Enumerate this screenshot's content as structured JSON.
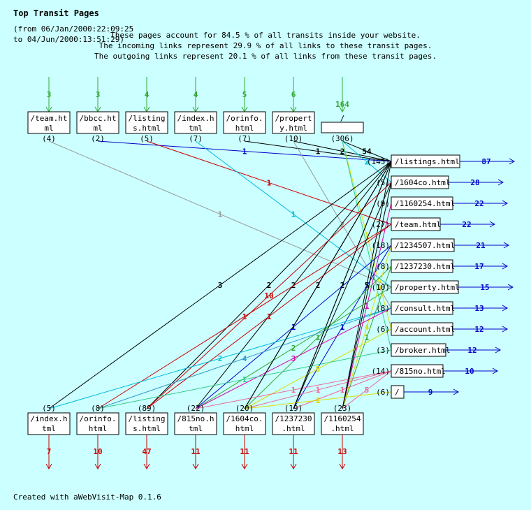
{
  "header": {
    "title": "Top Transit Pages",
    "period_line1": "(from 06/Jan/2000:22:09:25",
    "period_line2": "to 04/Jun/2000:13:51:29)",
    "summary_1": "These pages account for 84.5 % of all transits inside your website.",
    "summary_2": "The incoming links represent 29.9 % of all links to these transit pages.",
    "summary_3": "The outgoing links represent 20.1 % of all links from these transit pages."
  },
  "footer": {
    "credit": "Created with aWebVisit-Map 0.1.6"
  },
  "colors": {
    "background": "#ccffff",
    "incoming": "#33aa33",
    "outgoing": "#cc0000",
    "exit": "#0000cc"
  },
  "top_pages": [
    {
      "line1": "/team.ht",
      "line2": "ml",
      "count": "(4)",
      "incoming": "3"
    },
    {
      "line1": "/bbcc.ht",
      "line2": "ml",
      "count": "(2)",
      "incoming": "3"
    },
    {
      "line1": "/listing",
      "line2": "s.html",
      "count": "(5)",
      "incoming": "4"
    },
    {
      "line1": "/index.h",
      "line2": "tml",
      "count": "(7)",
      "incoming": "4"
    },
    {
      "line1": "/orinfo.",
      "line2": "html",
      "count": "(7)",
      "incoming": "5"
    },
    {
      "line1": "/propert",
      "line2": "y.html",
      "count": "(10)",
      "incoming": "6"
    },
    {
      "line1": "/",
      "line2": "",
      "count": "(306)",
      "incoming": "164"
    }
  ],
  "right_pages": [
    {
      "label": "/listings.html",
      "count": "(145)",
      "exit": "87"
    },
    {
      "label": "/1604co.html",
      "count": "(5)",
      "exit": "28"
    },
    {
      "label": "/1160254.html",
      "count": "(9)",
      "exit": "22"
    },
    {
      "label": "/team.html",
      "count": "(27)",
      "exit": "22"
    },
    {
      "label": "/1234507.html",
      "count": "(18)",
      "exit": "21"
    },
    {
      "label": "/1237230.html",
      "count": "(8)",
      "exit": "17"
    },
    {
      "label": "/property.html",
      "count": "(10)",
      "exit": "15"
    },
    {
      "label": "/consult.html",
      "count": "(8)",
      "exit": "13"
    },
    {
      "label": "/account.html",
      "count": "(6)",
      "exit": "12"
    },
    {
      "label": "/broker.html",
      "count": "(3)",
      "exit": "12"
    },
    {
      "label": "/815no.html",
      "count": "(14)",
      "exit": "10"
    },
    {
      "label": "/",
      "count": "(6)",
      "exit": "9"
    }
  ],
  "bottom_pages": [
    {
      "line1": "/index.h",
      "line2": "tml",
      "count": "(5)",
      "outgoing": "7"
    },
    {
      "line1": "/orinfo.",
      "line2": "html",
      "count": "(8)",
      "outgoing": "10"
    },
    {
      "line1": "/listing",
      "line2": "s.html",
      "count": "(89)",
      "outgoing": "47"
    },
    {
      "line1": "/815no.h",
      "line2": "tml",
      "count": "(22)",
      "outgoing": "11"
    },
    {
      "line1": "/1604co.",
      "line2": "html",
      "count": "(20)",
      "outgoing": "11"
    },
    {
      "line1": "/1237230",
      "line2": ".html",
      "count": "(19)",
      "outgoing": "11"
    },
    {
      "line1": "/1160254",
      "line2": ".html",
      "count": "(23)",
      "outgoing": "13"
    }
  ],
  "links": [
    {
      "from": [
        "t",
        6
      ],
      "to": [
        "r",
        0
      ],
      "label": "54",
      "color": "#000000"
    },
    {
      "from": [
        "t",
        5
      ],
      "to": [
        "r",
        0
      ],
      "label": "2",
      "color": "#000000"
    },
    {
      "from": [
        "t",
        4
      ],
      "to": [
        "r",
        0
      ],
      "label": "1",
      "color": "#000000"
    },
    {
      "from": [
        "t",
        1
      ],
      "to": [
        "r",
        0
      ],
      "label": "1",
      "color": "#0000cc"
    },
    {
      "from": [
        "t",
        2
      ],
      "to": [
        "r",
        3
      ],
      "label": "1",
      "color": "#cc0000"
    },
    {
      "from": [
        "t",
        3
      ],
      "to": [
        "r",
        6
      ],
      "label": "1",
      "color": "#00bbdd"
    },
    {
      "from": [
        "t",
        0
      ],
      "to": [
        "r",
        6
      ],
      "label": "1",
      "color": "#999999"
    },
    {
      "from": [
        "t",
        5
      ],
      "to": [
        "r",
        7
      ],
      "label": "2",
      "color": "#999999"
    },
    {
      "from": [
        "t",
        6
      ],
      "to": [
        "r",
        1
      ],
      "label": "2",
      "color": "#00bbdd"
    },
    {
      "from": [
        "t",
        6
      ],
      "to": [
        "r",
        8
      ],
      "label": "1",
      "color": "#dddd00"
    },
    {
      "from": [
        "t",
        6
      ],
      "to": [
        "r",
        9
      ],
      "label": "",
      "color": "#33cc88"
    },
    {
      "from": [
        "b",
        0
      ],
      "to": [
        "r",
        0
      ],
      "label": "3",
      "color": "#000000"
    },
    {
      "from": [
        "b",
        2
      ],
      "to": [
        "r",
        0
      ],
      "label": "2",
      "color": "#000000"
    },
    {
      "from": [
        "b",
        3
      ],
      "to": [
        "r",
        0
      ],
      "label": "2",
      "color": "#000000"
    },
    {
      "from": [
        "b",
        4
      ],
      "to": [
        "r",
        0
      ],
      "label": "2",
      "color": "#000000"
    },
    {
      "from": [
        "b",
        5
      ],
      "to": [
        "r",
        0
      ],
      "label": "2",
      "color": "#000000"
    },
    {
      "from": [
        "b",
        6
      ],
      "to": [
        "r",
        0
      ],
      "label": "5",
      "color": "#000000"
    },
    {
      "from": [
        "b",
        2
      ],
      "to": [
        "r",
        1
      ],
      "label": "10",
      "color": "#cc0000"
    },
    {
      "from": [
        "b",
        1
      ],
      "to": [
        "r",
        3
      ],
      "label": "1",
      "color": "#cc0000"
    },
    {
      "from": [
        "b",
        2
      ],
      "to": [
        "r",
        3
      ],
      "label": "1",
      "color": "#cc0000"
    },
    {
      "from": [
        "b",
        3
      ],
      "to": [
        "r",
        4
      ],
      "label": "1",
      "color": "#0000cc"
    },
    {
      "from": [
        "b",
        5
      ],
      "to": [
        "r",
        4
      ],
      "label": "1",
      "color": "#0000cc"
    },
    {
      "from": [
        "b",
        0
      ],
      "to": [
        "r",
        7
      ],
      "label": "2",
      "color": "#00bbdd"
    },
    {
      "from": [
        "b",
        4
      ],
      "to": [
        "r",
        5
      ],
      "label": "1",
      "color": "#33aa33"
    },
    {
      "from": [
        "b",
        6
      ],
      "to": [
        "r",
        5
      ],
      "label": "1",
      "color": "#33aa33"
    },
    {
      "from": [
        "b",
        3
      ],
      "to": [
        "r",
        6
      ],
      "label": "2",
      "color": "#33aa33"
    },
    {
      "from": [
        "b",
        4
      ],
      "to": [
        "r",
        8
      ],
      "label": "5",
      "color": "#dddd00"
    },
    {
      "from": [
        "b",
        6
      ],
      "to": [
        "r",
        4
      ],
      "label": "4",
      "color": "#dddd00"
    },
    {
      "from": [
        "b",
        3
      ],
      "to": [
        "r",
        7
      ],
      "label": "3",
      "color": "#dd00aa"
    },
    {
      "from": [
        "b",
        6
      ],
      "to": [
        "r",
        2
      ],
      "label": "1",
      "color": "#dd00aa"
    },
    {
      "from": [
        "b",
        1
      ],
      "to": [
        "r",
        7
      ],
      "label": "4",
      "color": "#3399cc"
    },
    {
      "from": [
        "b",
        1
      ],
      "to": [
        "r",
        9
      ],
      "label": "1",
      "color": "#33cc88"
    },
    {
      "from": [
        "b",
        5
      ],
      "to": [
        "r",
        10
      ],
      "label": "1",
      "color": "#ee6699"
    },
    {
      "from": [
        "b",
        3
      ],
      "to": [
        "r",
        10
      ],
      "label": "1",
      "color": "#ee6699"
    },
    {
      "from": [
        "b",
        6
      ],
      "to": [
        "r",
        10
      ],
      "label": "5",
      "color": "#ee6699"
    },
    {
      "from": [
        "b",
        4
      ],
      "to": [
        "r",
        10
      ],
      "label": "1",
      "color": "#ee6699"
    },
    {
      "from": [
        "b",
        4
      ],
      "to": [
        "r",
        11
      ],
      "label": "1",
      "color": "#dddd00"
    },
    {
      "from": [
        "b",
        4
      ],
      "to": [
        "r",
        0
      ],
      "label": "",
      "color": "#000000"
    },
    {
      "from": [
        "b",
        5
      ],
      "to": [
        "r",
        1
      ],
      "label": "",
      "color": "#000000"
    },
    {
      "from": [
        "b",
        6
      ],
      "to": [
        "r",
        1
      ],
      "label": "",
      "color": "#000000"
    },
    {
      "from": [
        "b",
        5
      ],
      "to": [
        "r",
        0
      ],
      "label": "",
      "color": "#000000"
    }
  ]
}
